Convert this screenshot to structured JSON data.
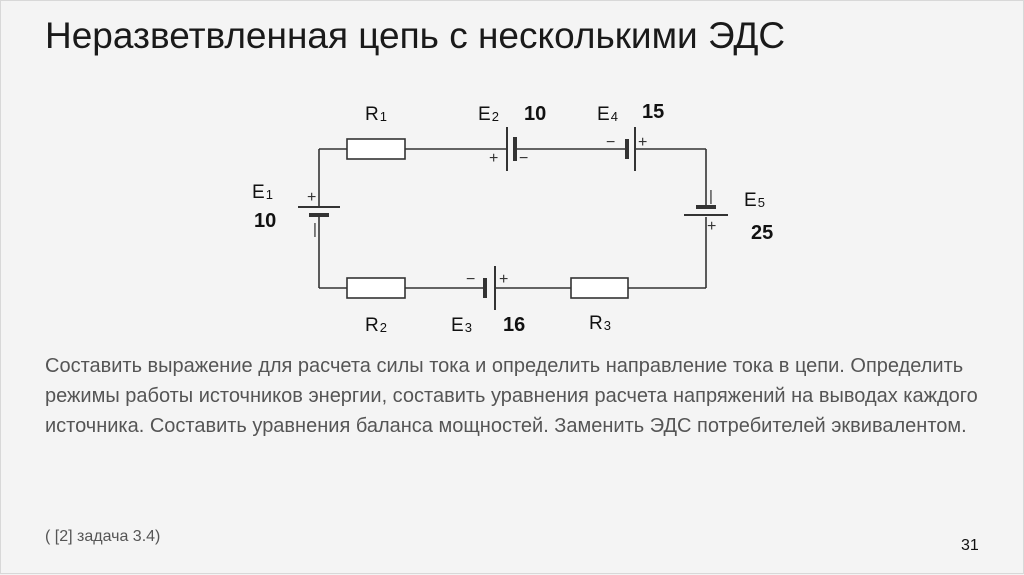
{
  "slide": {
    "title": "Неразветвленная цепь с несколькими ЭДС",
    "task_text": "Составить выражение для расчета силы тока и определить направление тока в цепи. Определить режимы работы источников энергии, составить уравнения расчета напряжений на выводах каждого источника. Составить уравнения баланса мощностей. Заменить ЭДС потребителей эквивалентом.",
    "source": "( [2] задача 3.4)",
    "page_number": "31"
  },
  "circuit": {
    "R1": {
      "letter": "R",
      "index": "1"
    },
    "R2": {
      "letter": "R",
      "index": "2"
    },
    "R3": {
      "letter": "R",
      "index": "3"
    },
    "E1": {
      "letter": "E",
      "index": "1",
      "value": "10"
    },
    "E2": {
      "letter": "E",
      "index": "2",
      "value": "10"
    },
    "E3": {
      "letter": "E",
      "index": "3",
      "value": "16"
    },
    "E4": {
      "letter": "E",
      "index": "4",
      "value": "15"
    },
    "E5": {
      "letter": "E",
      "index": "5",
      "value": "25"
    },
    "plus": "+",
    "minus": "−"
  }
}
